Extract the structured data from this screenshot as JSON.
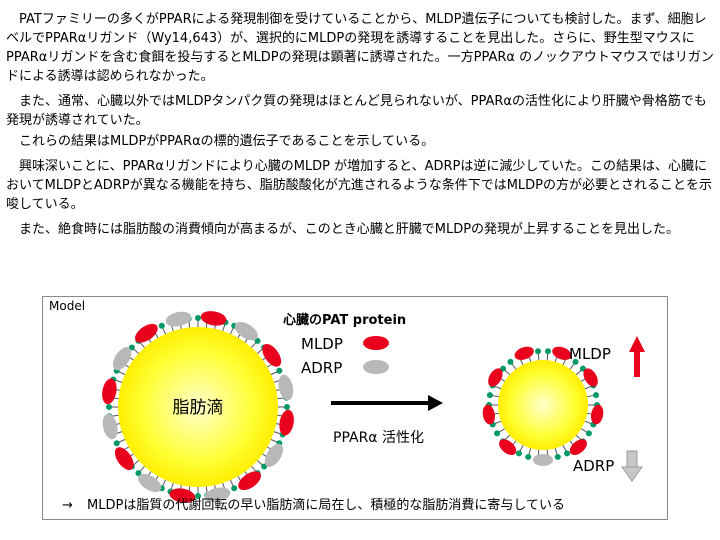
{
  "paragraphs": [
    "PATファミリーの多くがPPARによる発現制御を受けていることから、MLDP遺伝子についても検討した。まず、細胞レベルでPPARαリガンド（Wy14,643）が、選択的にMLDPの発現を誘導することを見出した。さらに、野生型マウスにPPARαリガンドを含む食餌を投与するとMLDPの発現は顕著に誘導された。一方PPARα のノックアウトマウスではリガンドによる誘導は認められなかった。",
    "また、通常、心臓以外ではMLDPタンパク質の発現はほとんど見られないが、PPARαの活性化により肝臓や骨格筋でも発現が誘導されていた。",
    "これらの結果はMLDPがPPARαの標的遺伝子であることを示している。",
    "興味深いことに、PPARαリガンドにより心臓のMLDP が増加すると、ADRPは逆に減少していた。この結果は、心臓においてMLDPとADRPが異なる機能を持ち、脂肪酸酸化が亢進されるような条件下ではMLDPの方が必要とされることを示唆している。",
    "また、絶食時には脂肪酸の消費傾向が高まるが、このとき心臓と肝臓でMLDPの発現が上昇することを見出した。"
  ],
  "model": {
    "box_label": "Model",
    "title": "心臓のPAT protein",
    "legend_mldp": "MLDP",
    "legend_adrp": "ADRP",
    "droplet_label": "脂肪滴",
    "arrow_label": "PPARα 活性化",
    "result_mldp": "MLDP",
    "result_adrp": "ADRP",
    "conclusion_arrow": "→",
    "conclusion": "MLDPは脂質の代謝回転の早い脂肪滴に局在し、積極的な脂肪消費に寄与している"
  },
  "colors": {
    "droplet_fill": "#ffff33",
    "droplet_glow": "#ffffcc",
    "mldp": "#e8001c",
    "adrp": "#b8b8b8",
    "phospholipid_head": "#009966",
    "up_arrow": "#e8001c",
    "down_arrow": "#b8b8b8"
  }
}
